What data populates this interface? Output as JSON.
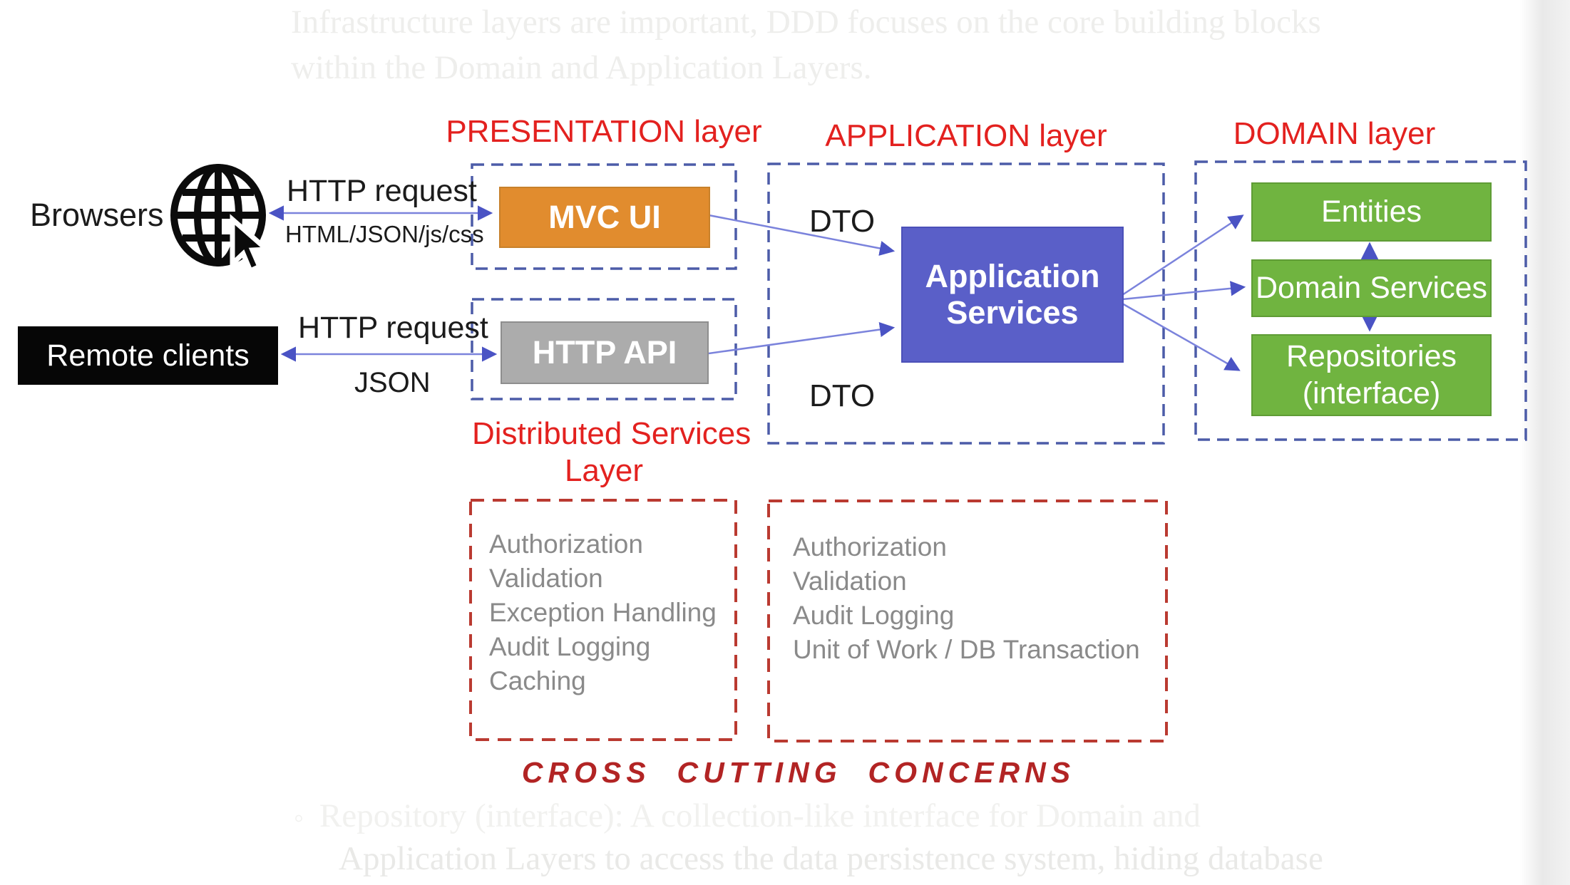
{
  "background_text": {
    "top_line1": "Infrastructure layers are important, DDD focuses on the core building blocks",
    "top_line2": "within the Domain and Application Layers.",
    "bottom_bullet": "◦",
    "bottom_line1": "Repository (interface): A collection-like interface for Domain and",
    "bottom_line2": "Application Layers to access the data persistence system, hiding database"
  },
  "layers": {
    "presentation_label": "PRESENTATION layer",
    "application_label": "APPLICATION layer",
    "domain_label": "DOMAIN layer",
    "distributed_label_line1": "Distributed Services",
    "distributed_label_line2": "Layer"
  },
  "nodes": {
    "browsers_label": "Browsers",
    "remote_clients_label": "Remote clients",
    "mvc_ui_label": "MVC UI",
    "http_api_label": "HTTP API",
    "application_services_line1": "Application",
    "application_services_line2": "Services",
    "entities_label": "Entities",
    "domain_services_label": "Domain Services",
    "repositories_line1": "Repositories",
    "repositories_line2": "(interface)"
  },
  "edges": {
    "browsers_request_label": "HTTP request",
    "browsers_response_label": "HTML/JSON/js/css",
    "remote_request_label": "HTTP request",
    "remote_response_label": "JSON",
    "dto_top_label": "DTO",
    "dto_bottom_label": "DTO"
  },
  "cross_cutting": {
    "left_items": [
      "Authorization",
      "Validation",
      "Exception Handling",
      "Audit Logging",
      "Caching"
    ],
    "right_items": [
      "Authorization",
      "Validation",
      "Audit Logging",
      "Unit of Work / DB Transaction"
    ],
    "caption": "CROSS  CUTTING  CONCERNS"
  },
  "colors": {
    "layer_label_red": "#e3211f",
    "caption_dark_red": "#b22424",
    "red_dashed_border": "#ba3a31",
    "blue_dashed_border": "#4c5ca8",
    "arrow_blue": "#7b83dc",
    "arrowhead_blue": "#4a53c4",
    "mvc_ui_orange": "#e18c2e",
    "http_api_gray": "#acacac",
    "application_services_indigo": "#5a5fc8",
    "domain_green": "#70b440",
    "remote_clients_black": "#060606",
    "concern_text_gray": "#8a8a8a"
  }
}
